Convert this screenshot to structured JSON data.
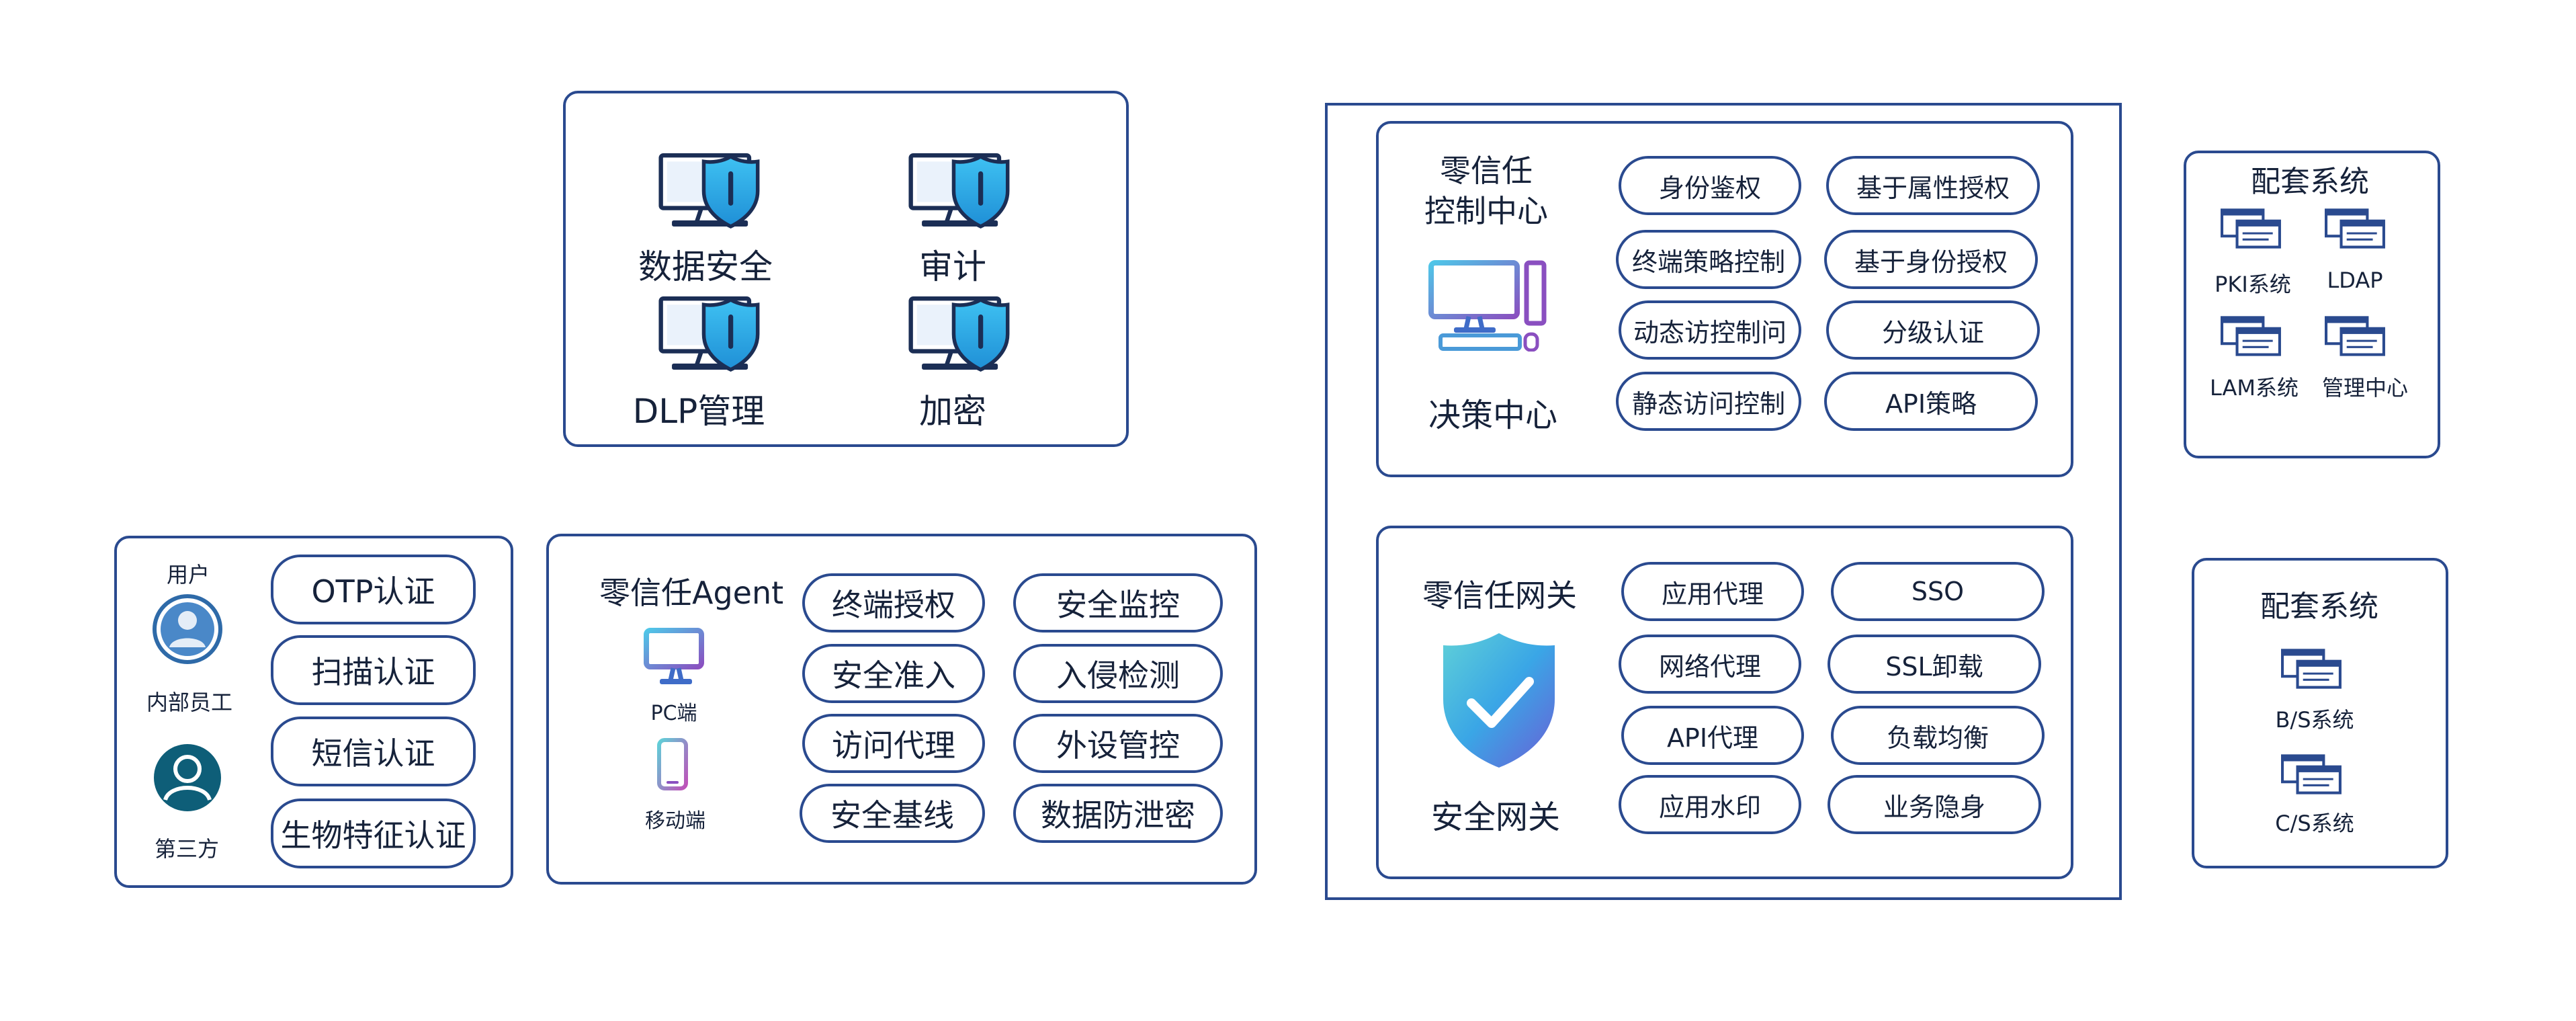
{
  "top_panel": {
    "items": [
      "数据安全",
      "审计",
      "DLP管理",
      "加密"
    ],
    "icon": "monitor-shield-icon"
  },
  "auth_panel": {
    "users": [
      {
        "label": "用户",
        "sublabel": "内部员工",
        "icon": "user-icon"
      },
      {
        "label": "第三方",
        "icon": "user-dark-icon"
      }
    ],
    "methods": [
      "OTP认证",
      "扫描认证",
      "短信认证",
      "生物特征认证"
    ]
  },
  "agent_panel": {
    "title": "零信任Agent",
    "devices": [
      {
        "label": "PC端",
        "icon": "monitor-icon"
      },
      {
        "label": "移动端",
        "icon": "mobile-phone-icon"
      }
    ],
    "features": [
      "终端授权",
      "安全监控",
      "安全准入",
      "入侵检测",
      "访问代理",
      "外设管控",
      "安全基线",
      "数据防泄密"
    ]
  },
  "control_center": {
    "title_line1": "零信任",
    "title_line2": "控制中心",
    "subtitle": "决策中心",
    "icon": "desktop-computer-icon",
    "features": [
      "身份鉴权",
      "基于属性授权",
      "终端策略控制",
      "基于身份授权",
      "动态访控制问",
      "分级认证",
      "静态访问控制",
      "API策略"
    ]
  },
  "gateway": {
    "title": "零信任网关",
    "subtitle": "安全网关",
    "icon": "shield-check-icon",
    "features": [
      "应用代理",
      "SSO",
      "网络代理",
      "SSL卸载",
      "API代理",
      "负载均衡",
      "应用水印",
      "业务隐身"
    ]
  },
  "support_top": {
    "title": "配套系统",
    "items": [
      "PKI系统",
      "LDAP",
      "LAM系统",
      "管理中心"
    ],
    "icon": "window-stack-icon"
  },
  "support_bottom": {
    "title": "配套系统",
    "items": [
      "B/S系统",
      "C/S系统"
    ],
    "icon": "window-stack-icon"
  },
  "colors": {
    "border": "#2a4a8f",
    "shield": "#29a3e0",
    "accent": "#8a4fc0"
  }
}
